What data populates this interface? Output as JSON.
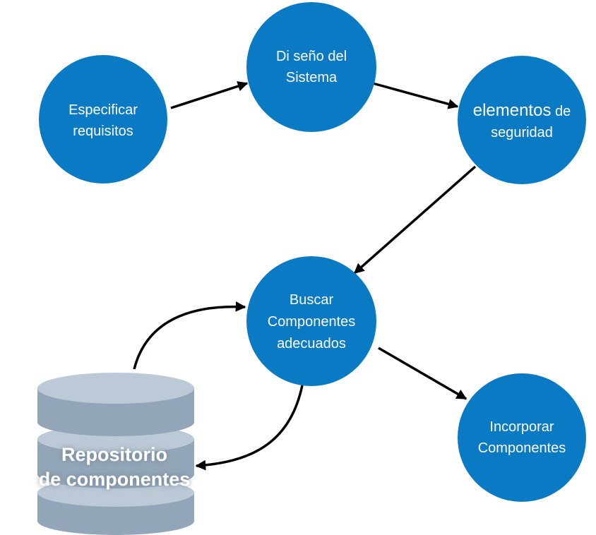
{
  "diagram": {
    "nodes": {
      "especificar": {
        "line1": "Especificar",
        "line2": "requisitos"
      },
      "diseno": {
        "line1": "Di seño del",
        "line2": "Sistema"
      },
      "elementos": {
        "line1_big": "elementos",
        "line1_small": "de",
        "line2": "seguridad"
      },
      "buscar": {
        "line1": "Buscar",
        "line2": "Componentes",
        "line3": "adecuados"
      },
      "incorporar": {
        "line1": "Incorporar",
        "line2": "Componentes"
      }
    },
    "repository": {
      "line1": "Repositorio",
      "line2": "de componentes"
    },
    "colors": {
      "node_fill": "#0a7ac4",
      "db_light": "#bcc9d6",
      "db_dark": "#93a6b9",
      "arrow": "#000000"
    }
  }
}
